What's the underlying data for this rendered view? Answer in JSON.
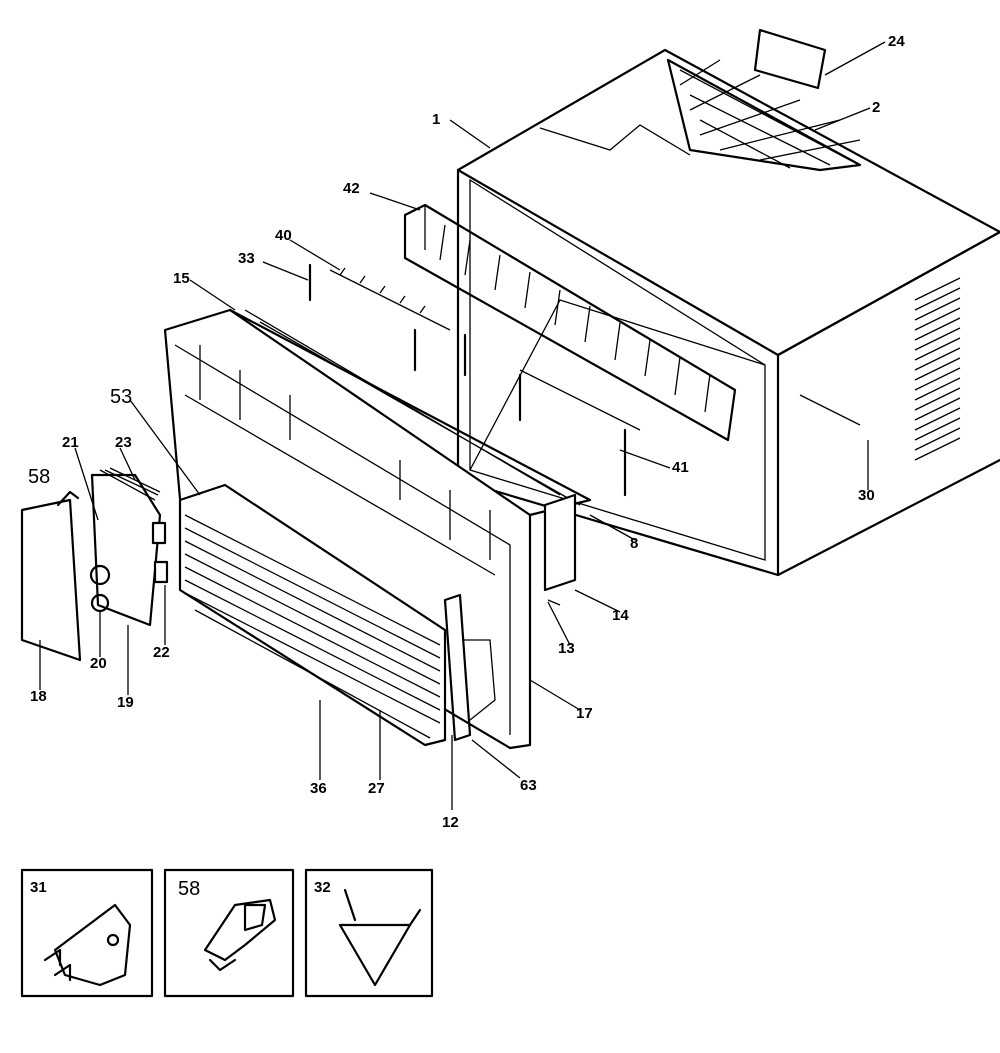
{
  "diagram": {
    "callouts": {
      "c1": "1",
      "c2": "2",
      "c8": "8",
      "c12": "12",
      "c13": "13",
      "c14": "14",
      "c15": "15",
      "c17": "17",
      "c18": "18",
      "c19": "19",
      "c20": "20",
      "c21": "21",
      "c22": "22",
      "c23": "23",
      "c24": "24",
      "c27": "27",
      "c30": "30",
      "c33": "33",
      "c36": "36",
      "c40": "40",
      "c41": "41",
      "c42": "42",
      "c53": "53",
      "c58": "58",
      "c63": "63"
    },
    "insets": [
      {
        "label": "31",
        "part": "bracket"
      },
      {
        "label": "58",
        "part": "clip"
      },
      {
        "label": "32",
        "part": "scoop"
      }
    ]
  }
}
